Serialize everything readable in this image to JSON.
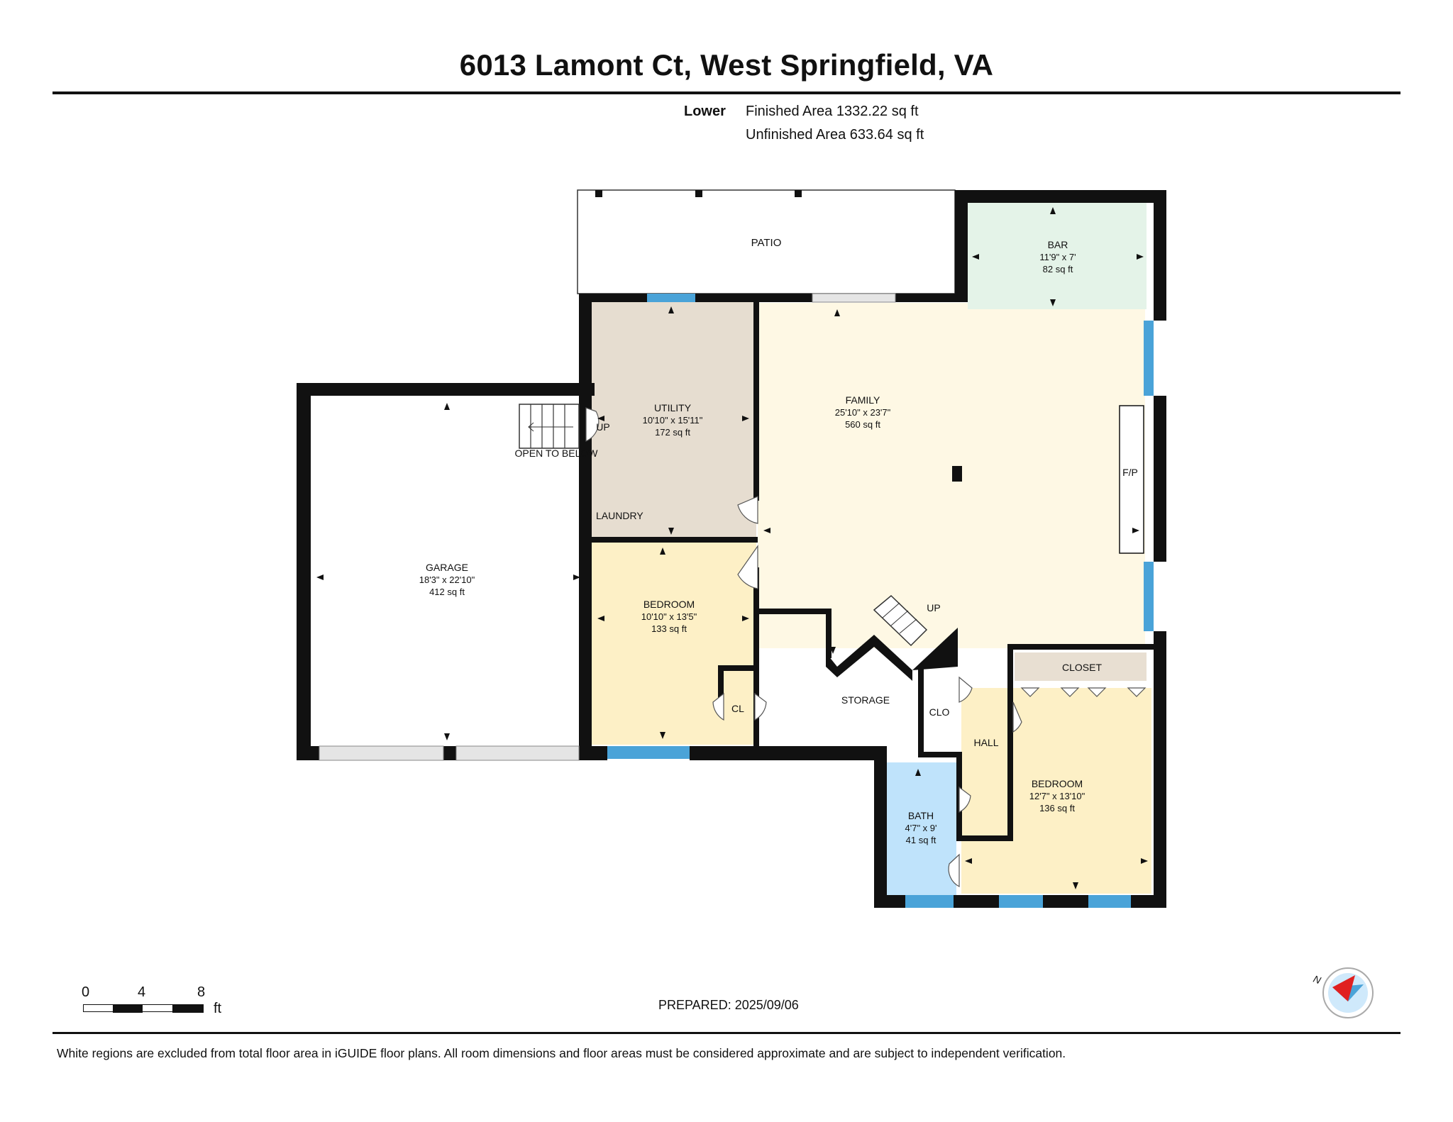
{
  "header": {
    "title": "6013 Lamont Ct, West Springfield, VA",
    "level": "Lower",
    "finished_area": "Finished Area 1332.22 sq ft",
    "unfinished_area": "Unfinished Area 633.64 sq ft"
  },
  "rooms": {
    "patio": {
      "name": "PATIO"
    },
    "bar": {
      "name": "BAR",
      "dims": "11'9\" x 7'",
      "area": "82 sq ft"
    },
    "utility": {
      "name": "UTILITY",
      "dims": "10'10\" x 15'11\"",
      "area": "172 sq ft"
    },
    "family": {
      "name": "FAMILY",
      "dims": "25'10\" x 23'7\"",
      "area": "560 sq ft"
    },
    "garage": {
      "name": "GARAGE",
      "dims": "18'3\" x 22'10\"",
      "area": "412 sq ft"
    },
    "bedroom1": {
      "name": "BEDROOM",
      "dims": "10'10\" x 13'5\"",
      "area": "133 sq ft"
    },
    "bedroom2": {
      "name": "BEDROOM",
      "dims": "12'7\" x 13'10\"",
      "area": "136 sq ft"
    },
    "bath": {
      "name": "BATH",
      "dims": "4'7\" x 9'",
      "area": "41 sq ft"
    },
    "storage": {
      "name": "STORAGE"
    },
    "closet": {
      "name": "CLOSET"
    },
    "clo": {
      "name": "CLO"
    },
    "cl": {
      "name": "CL"
    },
    "hall": {
      "name": "HALL"
    },
    "laundry": {
      "name": "LAUNDRY"
    }
  },
  "labels": {
    "up1": "UP",
    "up2": "UP",
    "open_to_below": "OPEN TO BELOW",
    "fireplace": "F/P",
    "compass_n": "N"
  },
  "scale": {
    "ticks": [
      "0",
      "4",
      "8"
    ],
    "unit": "ft"
  },
  "footer": {
    "prepared": "PREPARED: 2025/09/06",
    "disclaimer": "White regions are excluded from total floor area in iGUIDE floor plans. All room dimensions and floor areas must be considered approximate and are subject to independent verification."
  },
  "colors": {
    "wall": "#111111",
    "family": "#fef8e4",
    "bar": "#e4f3e8",
    "utility": "#e6ddd0",
    "bedroom": "#fdf0c6",
    "bath": "#bfe3fb",
    "closet": "#e8dfd2",
    "window": "#4aa3d8"
  }
}
